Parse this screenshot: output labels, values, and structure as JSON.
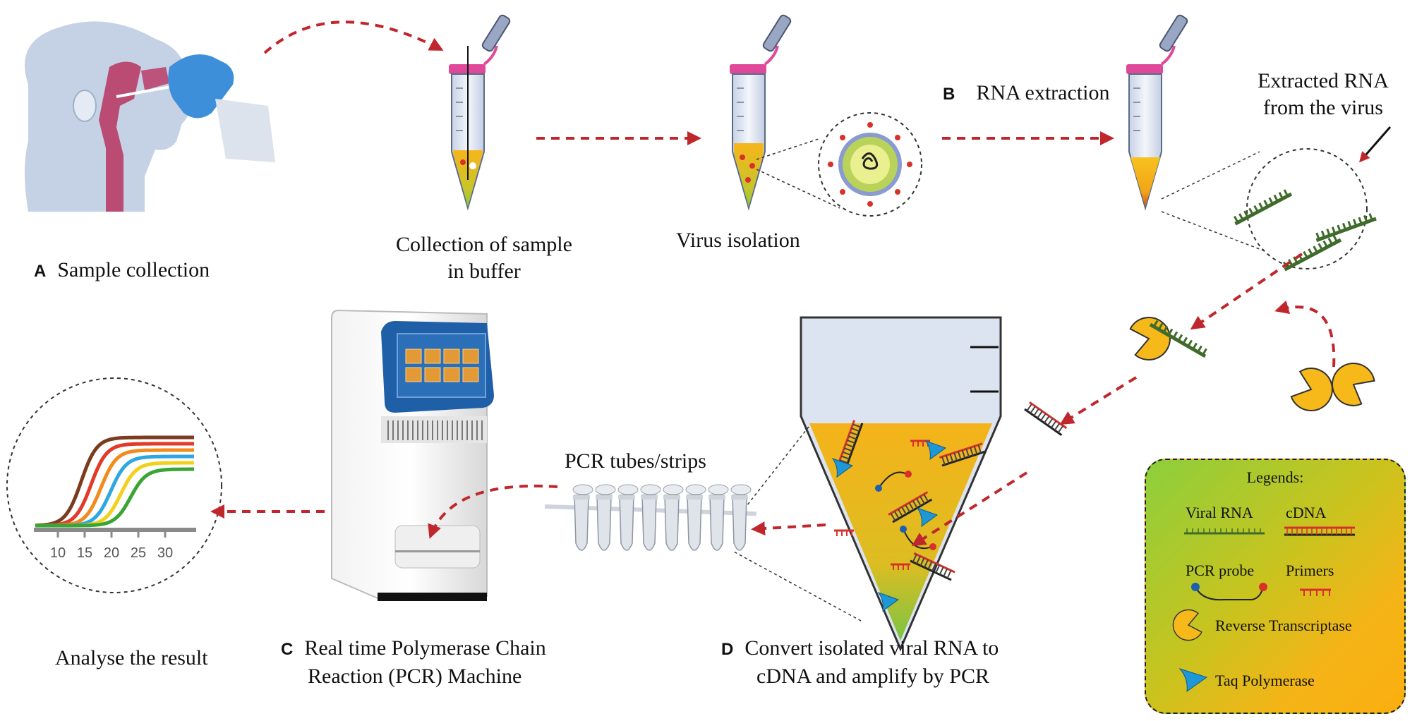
{
  "steps": {
    "a": {
      "letter": "A",
      "label": "Sample collection"
    },
    "collection": {
      "line1": "Collection of sample",
      "line2": "in buffer"
    },
    "virus_isolation": "Virus isolation",
    "b": {
      "letter": "B",
      "label": "RNA extraction"
    },
    "extracted": {
      "line1": "Extracted RNA",
      "line2": "from the virus"
    },
    "pcr_tubes": "PCR tubes/strips",
    "analyse": "Analyse  the result",
    "c": {
      "letter": "C",
      "line1": "Real time Polymerase Chain",
      "line2": "Reaction (PCR) Machine"
    },
    "d": {
      "letter": "D",
      "line1": "Convert isolated viral RNA to",
      "line2": "cDNA and amplify by PCR"
    }
  },
  "legend": {
    "title": "Legends:",
    "viral_rna": "Viral RNA",
    "cdna": "cDNA",
    "pcr_probe": "PCR probe",
    "primers": "Primers",
    "reverse_transcriptase": "Reverse Transcriptase",
    "taq_polymerase": "Taq Polymerase"
  },
  "result_chart": {
    "x_ticks": [
      "10",
      "15",
      "20",
      "25",
      "30"
    ],
    "curve_colors": [
      "#7a3b1e",
      "#e23a2a",
      "#f28b1e",
      "#2ea7e0",
      "#f2d11a",
      "#3aa535"
    ]
  },
  "colors": {
    "arrow": "#c0272d",
    "tube_cap": "#e0489a",
    "tube_body": "#dfe6f2",
    "liquid": "#f4b21a",
    "rna_green": "#3f6b2b",
    "enzyme": "#f7b81a",
    "taq": "#1d97d6",
    "machine_blue": "#1f5fa8"
  }
}
